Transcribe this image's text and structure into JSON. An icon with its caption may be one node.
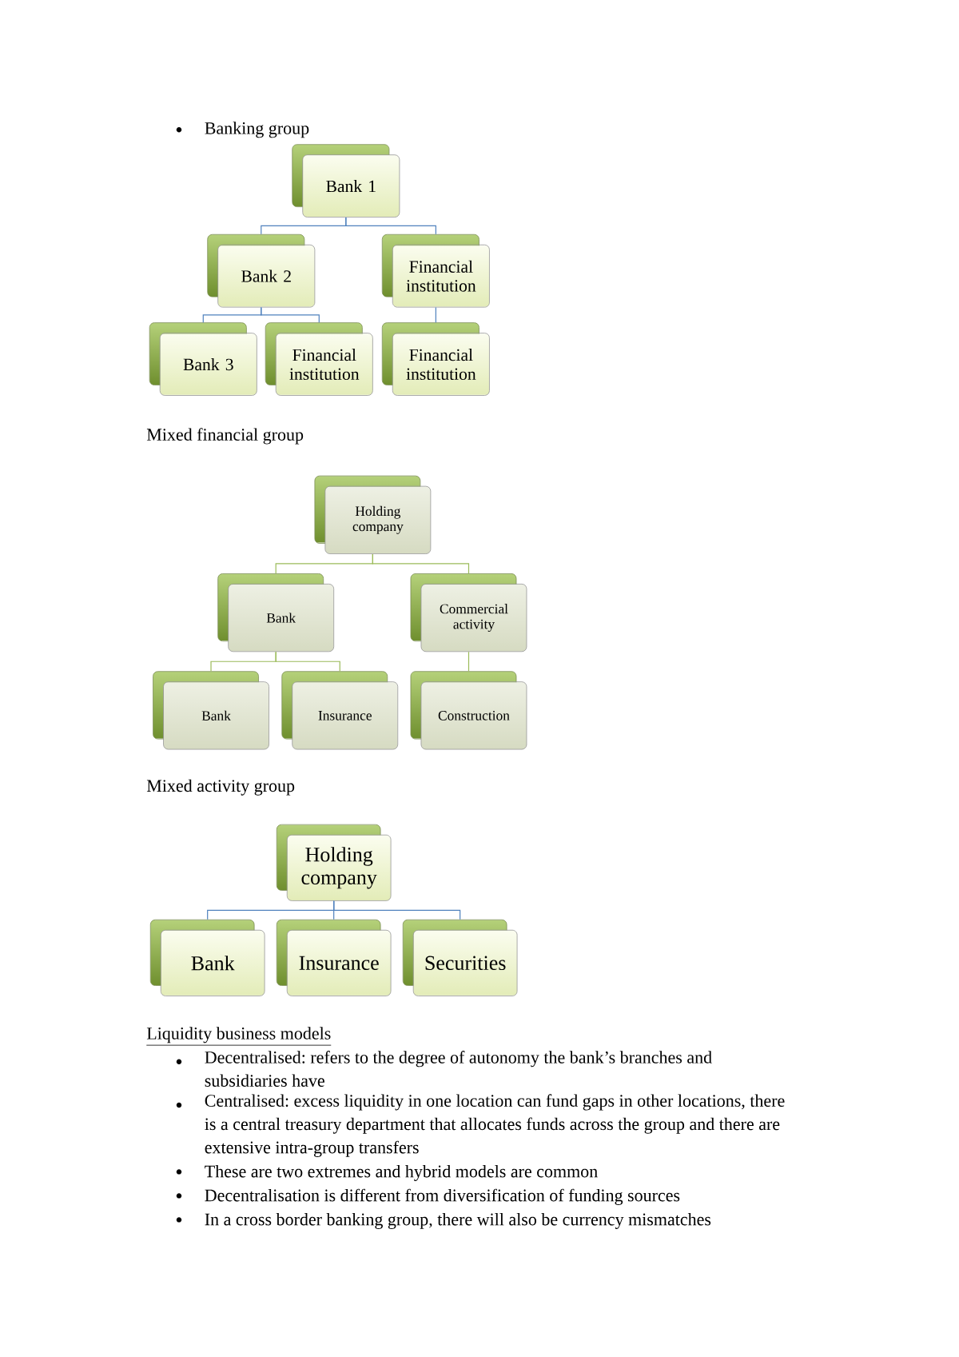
{
  "diagram": {
    "nodes": [
      {
        "text": [
          "Bank 1"
        ]
      },
      {
        "text": [
          "Bank 2"
        ]
      },
      {
        "text": [
          "Financial institution"
        ]
      },
      {
        "text": [
          "Bank 3"
        ]
      },
      {
        "text": [
          "Financial institution"
        ]
      },
      {
        "text": [
          "Financial institution"
        ]
      },
      {
        "text": [
          "Holding company"
        ]
      },
      {
        "text": [
          "Bank"
        ]
      },
      {
        "text": [
          "Commercial activity"
        ]
      },
      {
        "text": [
          "Bank"
        ]
      },
      {
        "text": [
          "Insurance"
        ]
      },
      {
        "text": [
          "Construction"
        ]
      },
      {
        "text": [
          "Holding company"
        ]
      },
      {
        "text": [
          "Bank"
        ]
      },
      {
        "text": [
          "Insurance"
        ]
      },
      {
        "text": [
          "Securities"
        ]
      }
    ],
    "edges": [
      {
        "from": 0,
        "to": 1,
        "arrow": "none"
      },
      {
        "from": 0,
        "to": 2,
        "arrow": "none"
      },
      {
        "from": 1,
        "to": 3,
        "arrow": "none"
      },
      {
        "from": 1,
        "to": 4,
        "arrow": "none"
      },
      {
        "from": 2,
        "to": 5,
        "arrow": "none"
      },
      {
        "from": 6,
        "to": 7,
        "arrow": "none",
        "color": "#9bbb59"
      },
      {
        "from": 6,
        "to": 8,
        "arrow": "none",
        "color": "#9bbb59"
      },
      {
        "from": 7,
        "to": 9,
        "arrow": "none",
        "color": "#9bbb59"
      },
      {
        "from": 7,
        "to": 10,
        "arrow": "none",
        "color": "#9bbb59"
      },
      {
        "from": 8,
        "to": 11,
        "arrow": "none",
        "color": "#9bbb59"
      },
      {
        "from": 12,
        "to": 13,
        "arrow": "none"
      },
      {
        "from": 12,
        "to": 14,
        "arrow": "none"
      },
      {
        "from": 12,
        "to": 15,
        "arrow": "none"
      }
    ],
    "labels": [
      "Banking group",
      "Mixed financial group",
      "Mixed activity group",
      "Liquidity business models",
      "Decentralised: refers to the degree of autonomy the bank’s branches and subsidiaries have",
      "Centralised: excess liquidity in one location can fund gaps in other locations, there is a central treasury department that allocates funds across the group and there are extensive intra-group transfers",
      "These are two extremes and hybrid models are common",
      "Decentralisation is different from diversification of funding sources",
      "In a cross border banking group, there will also be currency mismatches"
    ]
  }
}
